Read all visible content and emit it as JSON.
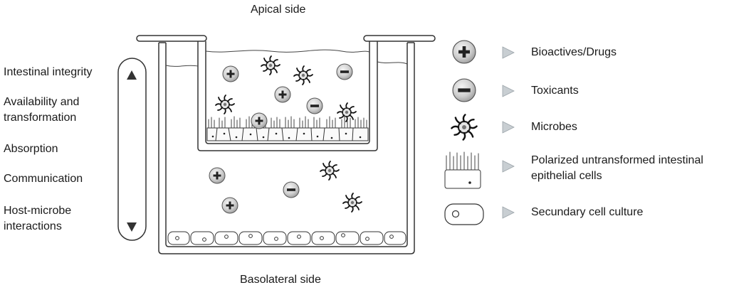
{
  "diagram": {
    "apical_label": "Apical side",
    "basolateral_label": "Basolateral side"
  },
  "left_list": {
    "items": [
      "Intestinal integrity",
      "Availability and\ntransformation",
      "Absorption",
      "Communication",
      "Host-microbe\ninteractions"
    ],
    "arrow_up_icon": "triangle-up-icon",
    "arrow_down_icon": "triangle-down-icon"
  },
  "legend": {
    "items": [
      {
        "icon": "plus-circle-icon",
        "label": "Bioactives/Drugs"
      },
      {
        "icon": "minus-circle-icon",
        "label": "Toxicants"
      },
      {
        "icon": "microbe-icon",
        "label": "Microbes"
      },
      {
        "icon": "epithelial-cell-icon",
        "label": "Polarized untransformed intestinal\nepithelial cells"
      },
      {
        "icon": "secondary-cell-icon",
        "label": "Secundary cell culture"
      }
    ],
    "pointer_icon": "triangle-right-icon"
  },
  "colors": {
    "outline": "#333333",
    "token_fill": "#cfcfcf",
    "pointer_fill": "#c8ced2"
  }
}
